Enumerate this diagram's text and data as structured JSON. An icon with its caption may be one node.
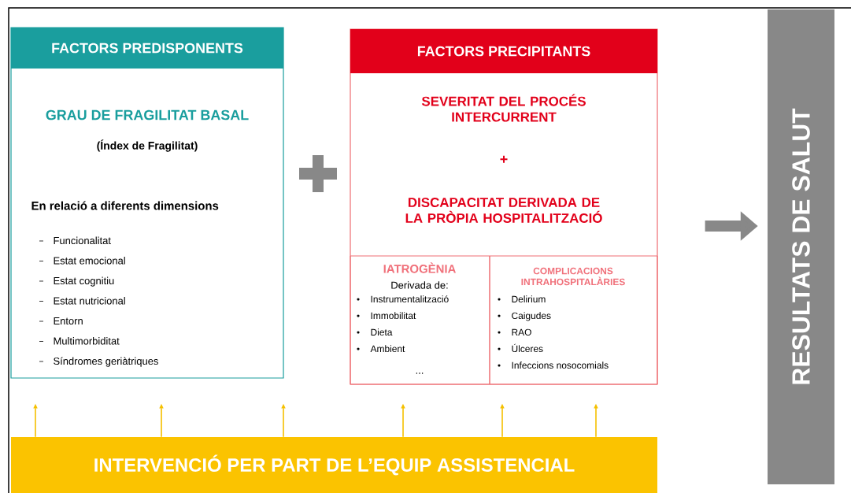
{
  "diagram": {
    "nodes": [
      {
        "text": [
          "FACTORS PREDISPONENTS",
          "GRAU DE FRAGILITAT BASAL",
          "(Índex de Fragilitat)",
          "En relació a diferents dimensions",
          "Funcionalitat",
          "Estat emocional",
          "Estat cognitiu",
          "Estat nutricional",
          "Entorn",
          "Multimorbiditat",
          "Síndromes geriàtriques"
        ]
      },
      {
        "text": [
          "FACTORS PRECIPITANTS",
          "SEVERITAT DEL PROCÉS INTERCURRENT",
          "+",
          "DISCAPACITAT DERIVADA DE LA PRÒPIA HOSPITALITZACIÓ"
        ]
      },
      {
        "text": [
          "IATROGÈNIA",
          "Derivada de:",
          "Instrumentalització",
          "Immobilitat",
          "Dieta",
          "Ambient",
          "..."
        ],
        "in": 1
      },
      {
        "text": [
          "COMPLICACIONS INTRAHOSPITALÀRIES",
          "Delirium",
          "Caigudes",
          "RAO",
          "Úlceres",
          "Infeccions nosocomials"
        ],
        "in": 1
      },
      {
        "text": [
          "INTERVENCIÓ PER PART DE L’EQUIP ASSISTENCIAL"
        ]
      },
      {
        "text": [
          "RESULTATS DE SALUT"
        ]
      }
    ],
    "edges": [
      {
        "from": 4,
        "to": 0,
        "arrow": "to"
      },
      {
        "from": 4,
        "to": 0,
        "arrow": "to"
      },
      {
        "from": 4,
        "to": 0,
        "arrow": "to"
      },
      {
        "from": 4,
        "to": 2,
        "arrow": "to"
      },
      {
        "from": 4,
        "to": 3,
        "arrow": "to"
      },
      {
        "from": 4,
        "to": 3,
        "arrow": "to"
      },
      {
        "from": 1,
        "to": 5,
        "arrow": "to",
        "style": "thick",
        "color": "#888888"
      }
    ]
  }
}
